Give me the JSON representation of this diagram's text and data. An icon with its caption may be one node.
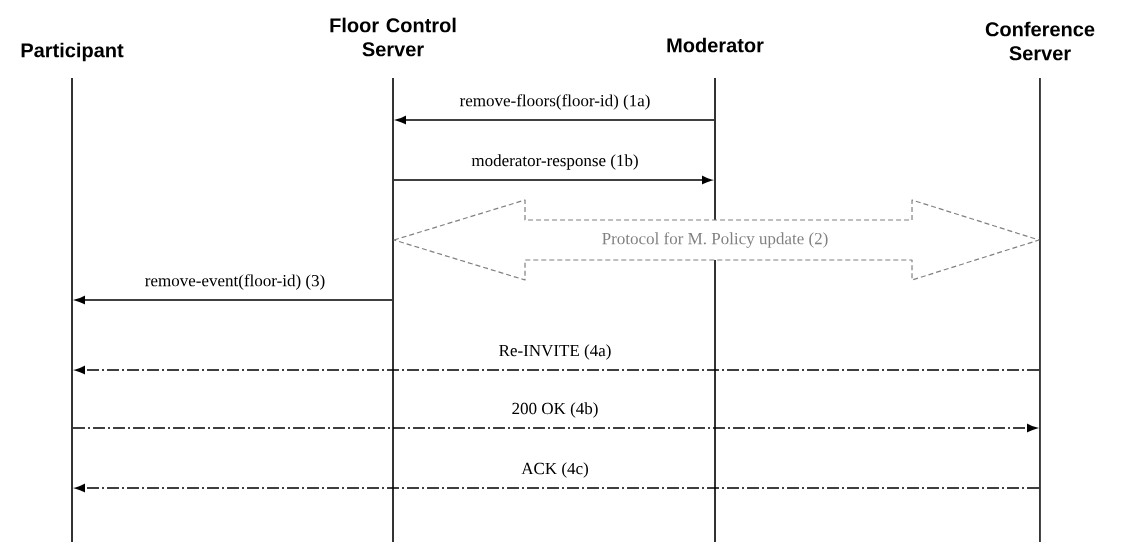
{
  "diagram": {
    "nodes": [
      {
        "text": [],
        "shape": "line",
        "beside": [
          "Participant"
        ]
      },
      {
        "text": [],
        "shape": "line",
        "beside": [
          "Floor Control Server"
        ]
      },
      {
        "text": [],
        "shape": "line",
        "beside": [
          "Moderator"
        ]
      },
      {
        "text": [],
        "shape": "line",
        "beside": [
          "Conference Server"
        ]
      }
    ],
    "edges": [
      {
        "from": 2,
        "to": 1,
        "arrow": "to",
        "label": "remove-floors(floor-id) (1a)"
      },
      {
        "from": 1,
        "to": 2,
        "arrow": "to",
        "label": "moderator-response (1b)"
      },
      {
        "from": 1,
        "to": 3,
        "arrow": "both",
        "label": "Protocol for M. Policy update (2)",
        "style": "thick",
        "color": "#808080"
      },
      {
        "from": 1,
        "to": 0,
        "arrow": "to",
        "label": "remove-event(floor-id) (3)"
      },
      {
        "from": 3,
        "to": 0,
        "arrow": "to",
        "label": "Re-INVITE (4a)",
        "style": "dashed"
      },
      {
        "from": 0,
        "to": 3,
        "arrow": "to",
        "label": "200 OK (4b)",
        "style": "dashed"
      },
      {
        "from": 3,
        "to": 0,
        "arrow": "to",
        "label": "ACK (4c)",
        "style": "dashed"
      }
    ]
  }
}
